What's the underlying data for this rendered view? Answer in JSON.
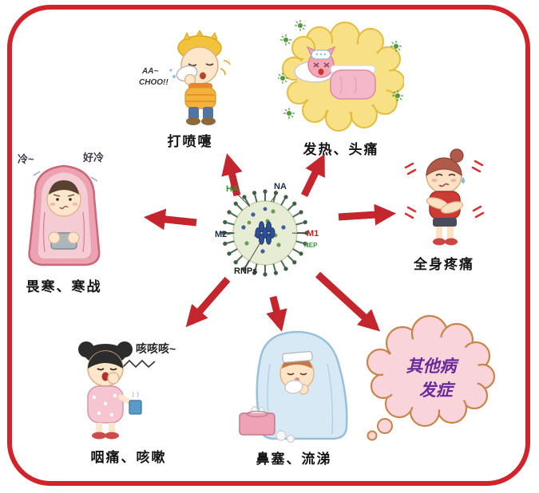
{
  "frame": {
    "border_color": "#d2232b",
    "arrow_color": "#c4262e"
  },
  "virus": {
    "labels": {
      "ha": "HA",
      "na": "NA",
      "m2": "M2",
      "m1": "M1",
      "nep": "NEP",
      "rnps": "RNPs"
    }
  },
  "symptoms": {
    "sneeze": {
      "label": "打喷嚏",
      "sound1": "AA~",
      "sound2": "CHOO!!"
    },
    "fever": {
      "label": "发热、头痛"
    },
    "body_pain": {
      "label": "全身疼痛"
    },
    "chills": {
      "label": "畏寒、寒战",
      "speech_left": "冷~",
      "speech_right": "好冷"
    },
    "cough": {
      "label": "咽痛、咳嗽",
      "speech": "咳咳咳~"
    },
    "nasal": {
      "label": "鼻塞、流涕"
    },
    "complications": {
      "line1": "其他病",
      "line2": "发症"
    }
  }
}
